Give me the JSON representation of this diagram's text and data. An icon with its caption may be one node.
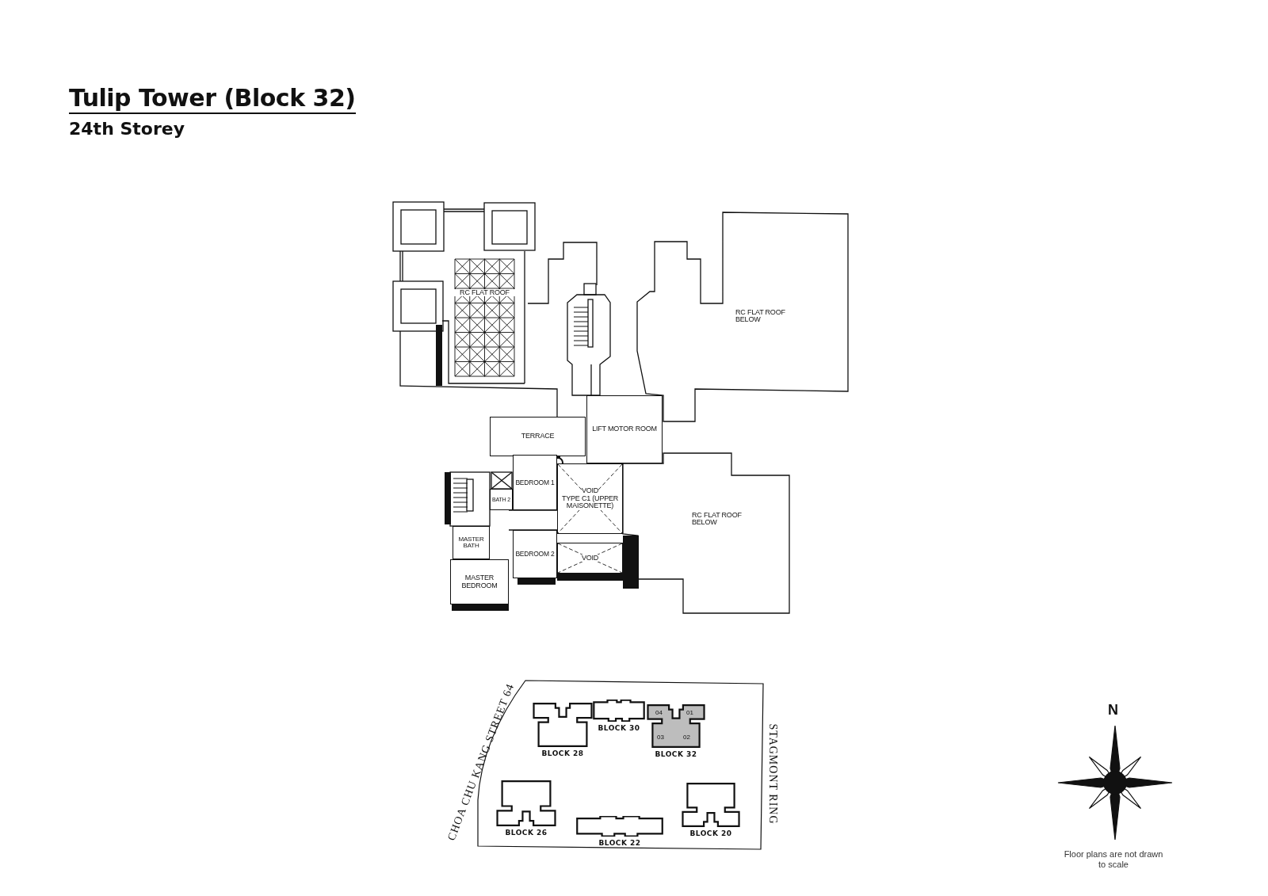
{
  "diagram": {
    "title": "Tulip Tower (Block 32)",
    "nodes": [
      {
        "text": [
          "RC FLAT ROOF"
        ]
      },
      {
        "text": [
          "RC FLAT ROOF BELOW"
        ]
      },
      {
        "text": [
          "LIFT MOTOR ROOM"
        ]
      },
      {
        "text": [
          "TERRACE"
        ]
      },
      {
        "text": [
          "BEDROOM 1"
        ]
      },
      {
        "text": [
          "BATH 2"
        ]
      },
      {
        "text": [
          "VOID",
          "TYPE C1 (UPPER MAISONETTE)"
        ]
      },
      {
        "text": [
          "RC FLAT ROOF BELOW"
        ]
      },
      {
        "text": [
          "MASTER BATH"
        ]
      },
      {
        "text": [
          "BEDROOM 2"
        ]
      },
      {
        "text": [
          "VOID"
        ]
      },
      {
        "text": [
          "MASTER BEDROOM"
        ]
      },
      {
        "text": [
          "BLOCK 28"
        ]
      },
      {
        "text": [
          "BLOCK 30"
        ]
      },
      {
        "text": [
          "BLOCK 32"
        ]
      },
      {
        "text": [
          "BLOCK 26"
        ]
      },
      {
        "text": [
          "BLOCK 22"
        ]
      },
      {
        "text": [
          "BLOCK 20"
        ]
      }
    ],
    "labels": [
      "24th Storey",
      "04",
      "01",
      "03",
      "02",
      "CHOA CHU KANG STREET 64",
      "STAGMONT RING",
      "N",
      "Floor plans are not drawn to scale"
    ]
  }
}
